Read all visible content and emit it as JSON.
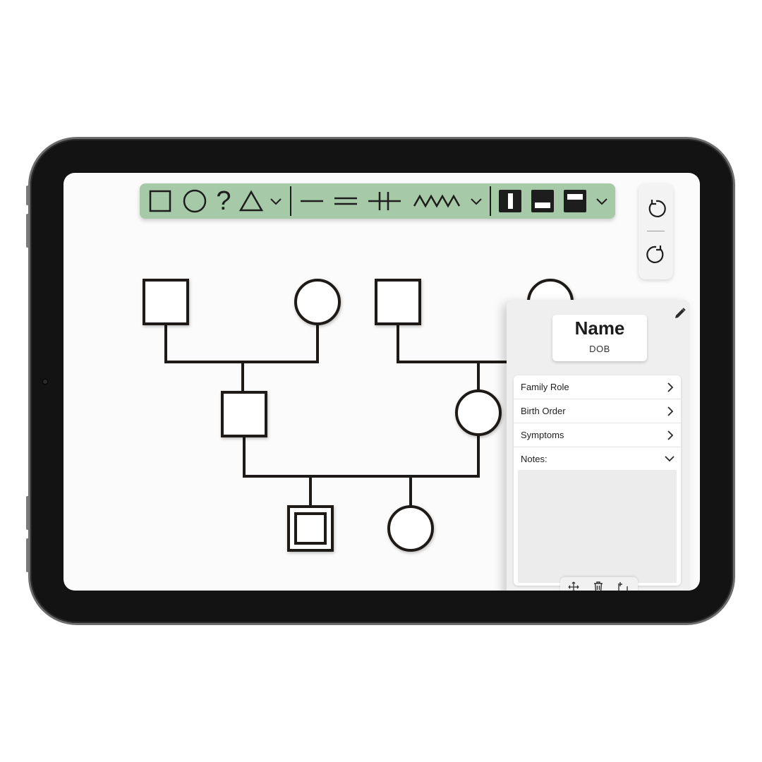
{
  "toolbar": {
    "shape_tools": [
      "square-tool",
      "circle-tool",
      "unknown-sex-tool",
      "triangle-tool"
    ],
    "unknown_sex_symbol": "?",
    "relationship_tools": [
      "single-line-tool",
      "double-line-tool",
      "separated-tool",
      "zigzag-tool"
    ],
    "fill_tools": [
      "fill-left-half-tool",
      "fill-bottom-half-tool",
      "fill-top-half-tool"
    ],
    "toolbar_color": "#a6c9a7"
  },
  "history": {
    "undo_icon": "undo-icon",
    "redo_icon": "redo-icon"
  },
  "panel": {
    "name": "Name",
    "dob": "DOB",
    "rows": [
      {
        "label": "Family Role",
        "icon": "chevron-right-icon"
      },
      {
        "label": "Birth Order",
        "icon": "chevron-right-icon"
      },
      {
        "label": "Symptoms",
        "icon": "chevron-right-icon"
      },
      {
        "label": "Notes:",
        "icon": "chevron-down-icon"
      }
    ],
    "notes_value": "",
    "actions": [
      "move-icon",
      "trash-icon",
      "add-photo-icon"
    ]
  },
  "pedigree": {
    "line_color": "#1d1a17",
    "individuals": [
      {
        "kind": "male"
      },
      {
        "kind": "female"
      },
      {
        "kind": "male"
      },
      {
        "kind": "female"
      },
      {
        "kind": "male"
      },
      {
        "kind": "female"
      },
      {
        "kind": "male-proband"
      },
      {
        "kind": "female"
      }
    ]
  }
}
